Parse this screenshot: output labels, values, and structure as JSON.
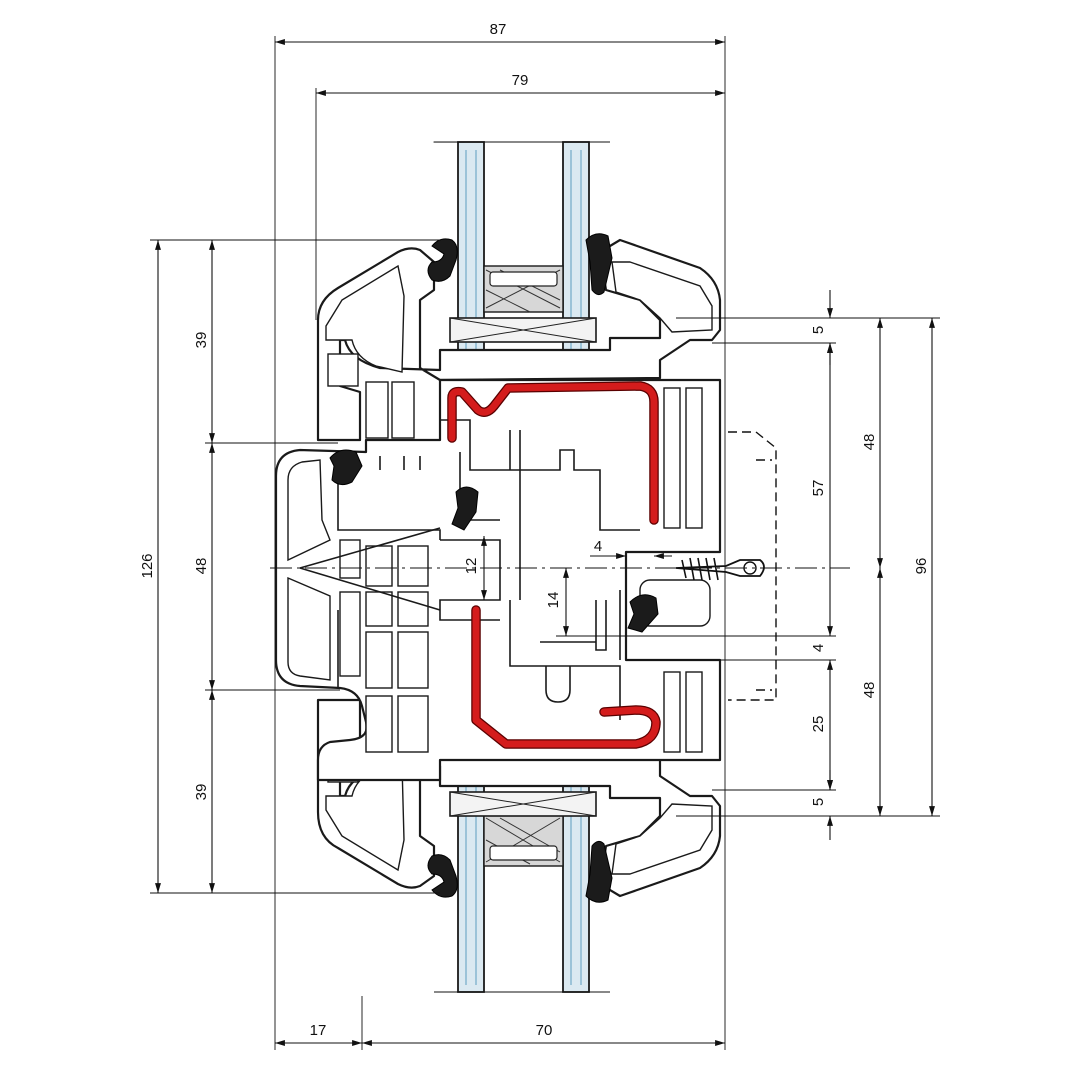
{
  "drawing": {
    "dimensions": {
      "top_overall": "87",
      "top_sash": "79",
      "bottom_left": "17",
      "bottom_right": "70",
      "left_total": "126",
      "left_upper": "39",
      "left_middle": "48",
      "left_lower": "39",
      "right_upper_5": "5",
      "right_57": "57",
      "right_4": "4",
      "right_25": "25",
      "right_lower_5": "5",
      "right_48_upper": "48",
      "right_48_lower": "48",
      "right_96": "96",
      "inner_12": "12",
      "inner_14": "14",
      "inner_4": "4"
    }
  },
  "colors": {
    "line": "#111111",
    "steel_reinforcement": "#d41c1c",
    "glass": "#dbe9f1",
    "gasket": "#1b1b1b"
  }
}
